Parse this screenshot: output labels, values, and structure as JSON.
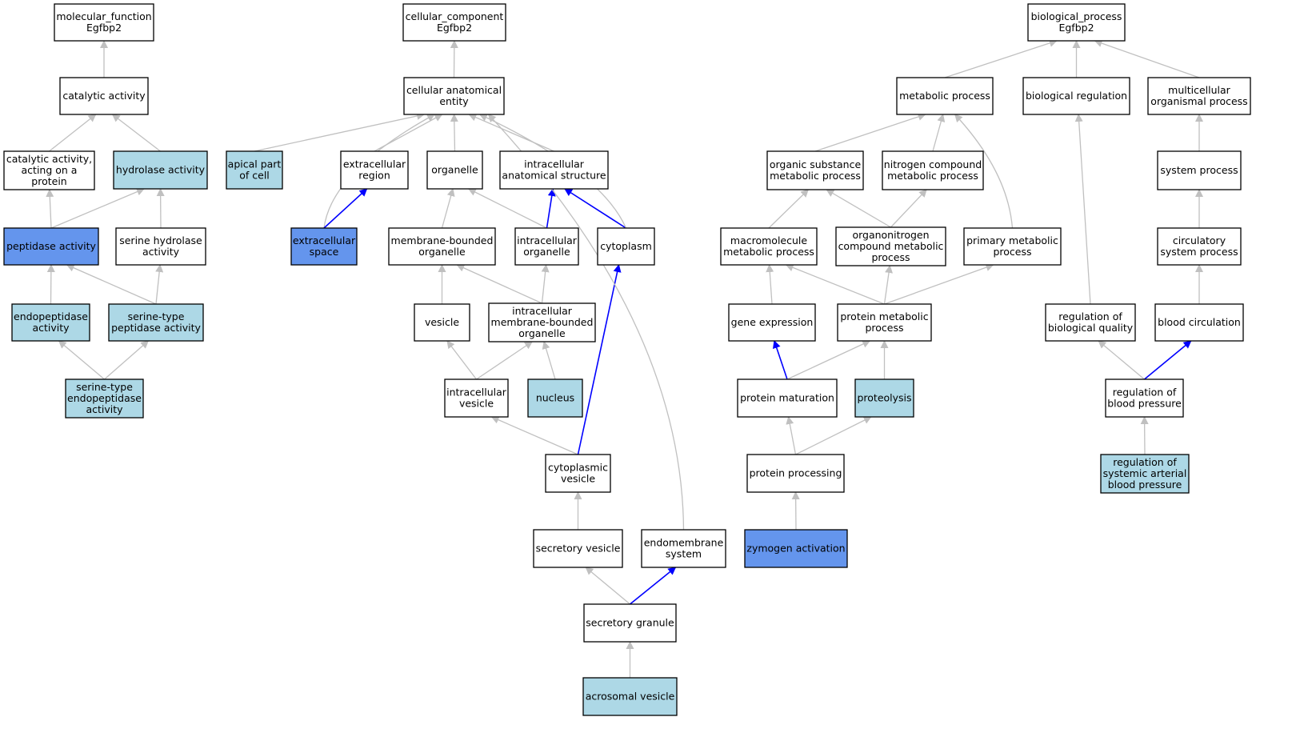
{
  "colors": {
    "plain": "#ffffff",
    "light": "#add8e6",
    "strong": "#6495ed",
    "edge_gray": "#c0c0c0",
    "edge_blue": "#0000ff"
  },
  "nodes": [
    {
      "id": "mf",
      "lines": [
        "molecular_function",
        "Egfbp2"
      ],
      "style": "plain"
    },
    {
      "id": "cat",
      "lines": [
        "catalytic activity"
      ],
      "style": "plain"
    },
    {
      "id": "catprot",
      "lines": [
        "catalytic activity,",
        "acting on a",
        "protein"
      ],
      "style": "plain"
    },
    {
      "id": "hyd",
      "lines": [
        "hydrolase activity"
      ],
      "style": "light"
    },
    {
      "id": "pep",
      "lines": [
        "peptidase activity"
      ],
      "style": "strong"
    },
    {
      "id": "serhyd",
      "lines": [
        "serine hydrolase",
        "activity"
      ],
      "style": "plain"
    },
    {
      "id": "endo",
      "lines": [
        "endopeptidase",
        "activity"
      ],
      "style": "light"
    },
    {
      "id": "serpep",
      "lines": [
        "serine-type",
        "peptidase activity"
      ],
      "style": "light"
    },
    {
      "id": "serendo",
      "lines": [
        "serine-type",
        "endopeptidase",
        "activity"
      ],
      "style": "light"
    },
    {
      "id": "cc",
      "lines": [
        "cellular_component",
        "Egfbp2"
      ],
      "style": "plain"
    },
    {
      "id": "cae",
      "lines": [
        "cellular anatomical",
        "entity"
      ],
      "style": "plain"
    },
    {
      "id": "apical",
      "lines": [
        "apical part",
        "of cell"
      ],
      "style": "light"
    },
    {
      "id": "extreg",
      "lines": [
        "extracellular",
        "region"
      ],
      "style": "plain"
    },
    {
      "id": "organelle",
      "lines": [
        "organelle"
      ],
      "style": "plain"
    },
    {
      "id": "ias",
      "lines": [
        "intracellular",
        "anatomical structure"
      ],
      "style": "plain"
    },
    {
      "id": "extsp",
      "lines": [
        "extracellular",
        "space"
      ],
      "style": "strong"
    },
    {
      "id": "mbo",
      "lines": [
        "membrane-bounded",
        "organelle"
      ],
      "style": "plain"
    },
    {
      "id": "io",
      "lines": [
        "intracellular",
        "organelle"
      ],
      "style": "plain"
    },
    {
      "id": "cyto",
      "lines": [
        "cytoplasm"
      ],
      "style": "plain"
    },
    {
      "id": "vesicle",
      "lines": [
        "vesicle"
      ],
      "style": "plain"
    },
    {
      "id": "imbo",
      "lines": [
        "intracellular",
        "membrane-bounded",
        "organelle"
      ],
      "style": "plain"
    },
    {
      "id": "iv",
      "lines": [
        "intracellular",
        "vesicle"
      ],
      "style": "plain"
    },
    {
      "id": "nucleus",
      "lines": [
        "nucleus"
      ],
      "style": "light"
    },
    {
      "id": "cv",
      "lines": [
        "cytoplasmic",
        "vesicle"
      ],
      "style": "plain"
    },
    {
      "id": "sv",
      "lines": [
        "secretory vesicle"
      ],
      "style": "plain"
    },
    {
      "id": "endomem",
      "lines": [
        "endomembrane",
        "system"
      ],
      "style": "plain"
    },
    {
      "id": "sg",
      "lines": [
        "secretory granule"
      ],
      "style": "plain"
    },
    {
      "id": "acro",
      "lines": [
        "acrosomal vesicle"
      ],
      "style": "light"
    },
    {
      "id": "bp",
      "lines": [
        "biological_process",
        "Egfbp2"
      ],
      "style": "plain"
    },
    {
      "id": "metab",
      "lines": [
        "metabolic process"
      ],
      "style": "plain"
    },
    {
      "id": "bioreg",
      "lines": [
        "biological regulation"
      ],
      "style": "plain"
    },
    {
      "id": "multi",
      "lines": [
        "multicellular",
        "organismal process"
      ],
      "style": "plain"
    },
    {
      "id": "osmp",
      "lines": [
        "organic substance",
        "metabolic process"
      ],
      "style": "plain"
    },
    {
      "id": "ncmp",
      "lines": [
        "nitrogen compound",
        "metabolic process"
      ],
      "style": "plain"
    },
    {
      "id": "sysproc",
      "lines": [
        "system process"
      ],
      "style": "plain"
    },
    {
      "id": "macro",
      "lines": [
        "macromolecule",
        "metabolic process"
      ],
      "style": "plain"
    },
    {
      "id": "orgn",
      "lines": [
        "organonitrogen",
        "compound metabolic",
        "process"
      ],
      "style": "plain"
    },
    {
      "id": "primary",
      "lines": [
        "primary metabolic",
        "process"
      ],
      "style": "plain"
    },
    {
      "id": "circ",
      "lines": [
        "circulatory",
        "system process"
      ],
      "style": "plain"
    },
    {
      "id": "geneexp",
      "lines": [
        "gene expression"
      ],
      "style": "plain"
    },
    {
      "id": "protmet",
      "lines": [
        "protein metabolic",
        "process"
      ],
      "style": "plain"
    },
    {
      "id": "regbq",
      "lines": [
        "regulation of",
        "biological quality"
      ],
      "style": "plain"
    },
    {
      "id": "bloodcirc",
      "lines": [
        "blood circulation"
      ],
      "style": "plain"
    },
    {
      "id": "protmat",
      "lines": [
        "protein maturation"
      ],
      "style": "plain"
    },
    {
      "id": "proteolysis",
      "lines": [
        "proteolysis"
      ],
      "style": "light"
    },
    {
      "id": "regbp",
      "lines": [
        "regulation of",
        "blood pressure"
      ],
      "style": "plain"
    },
    {
      "id": "protproc",
      "lines": [
        "protein processing"
      ],
      "style": "plain"
    },
    {
      "id": "regsabp",
      "lines": [
        "regulation of",
        "systemic arterial",
        "blood pressure"
      ],
      "style": "light"
    },
    {
      "id": "zymo",
      "lines": [
        "zymogen activation"
      ],
      "style": "strong"
    }
  ],
  "edges": [
    {
      "from": "cat",
      "to": "mf",
      "color": "gray"
    },
    {
      "from": "catprot",
      "to": "cat",
      "color": "gray"
    },
    {
      "from": "hyd",
      "to": "cat",
      "color": "gray"
    },
    {
      "from": "pep",
      "to": "catprot",
      "color": "gray"
    },
    {
      "from": "pep",
      "to": "hyd",
      "color": "gray"
    },
    {
      "from": "serhyd",
      "to": "hyd",
      "color": "gray"
    },
    {
      "from": "endo",
      "to": "pep",
      "color": "gray"
    },
    {
      "from": "serpep",
      "to": "pep",
      "color": "gray"
    },
    {
      "from": "serpep",
      "to": "serhyd",
      "color": "gray"
    },
    {
      "from": "serendo",
      "to": "endo",
      "color": "gray"
    },
    {
      "from": "serendo",
      "to": "serpep",
      "color": "gray"
    },
    {
      "from": "cae",
      "to": "cc",
      "color": "gray"
    },
    {
      "from": "apical",
      "to": "cae",
      "color": "gray"
    },
    {
      "from": "extreg",
      "to": "cae",
      "color": "gray"
    },
    {
      "from": "organelle",
      "to": "cae",
      "color": "gray"
    },
    {
      "from": "ias",
      "to": "cae",
      "color": "gray"
    },
    {
      "from": "extsp",
      "to": "cae",
      "color": "gray",
      "curve": -60
    },
    {
      "from": "extsp",
      "to": "extreg",
      "color": "blue"
    },
    {
      "from": "mbo",
      "to": "organelle",
      "color": "gray"
    },
    {
      "from": "io",
      "to": "organelle",
      "color": "gray"
    },
    {
      "from": "io",
      "to": "ias",
      "color": "blue"
    },
    {
      "from": "cyto",
      "to": "ias",
      "color": "blue"
    },
    {
      "from": "cyto",
      "to": "cae",
      "color": "gray",
      "curve": 60
    },
    {
      "from": "vesicle",
      "to": "mbo",
      "color": "gray"
    },
    {
      "from": "imbo",
      "to": "mbo",
      "color": "gray"
    },
    {
      "from": "imbo",
      "to": "io",
      "color": "gray"
    },
    {
      "from": "iv",
      "to": "vesicle",
      "color": "gray"
    },
    {
      "from": "iv",
      "to": "imbo",
      "color": "gray"
    },
    {
      "from": "nucleus",
      "to": "imbo",
      "color": "gray"
    },
    {
      "from": "cv",
      "to": "iv",
      "color": "gray"
    },
    {
      "from": "cv",
      "to": "cyto",
      "color": "blue"
    },
    {
      "from": "sv",
      "to": "cv",
      "color": "gray"
    },
    {
      "from": "endomem",
      "to": "cae",
      "color": "gray",
      "curve": 120
    },
    {
      "from": "sg",
      "to": "sv",
      "color": "gray"
    },
    {
      "from": "sg",
      "to": "endomem",
      "color": "blue"
    },
    {
      "from": "acro",
      "to": "sg",
      "color": "gray"
    },
    {
      "from": "metab",
      "to": "bp",
      "color": "gray"
    },
    {
      "from": "bioreg",
      "to": "bp",
      "color": "gray"
    },
    {
      "from": "multi",
      "to": "bp",
      "color": "gray"
    },
    {
      "from": "osmp",
      "to": "metab",
      "color": "gray"
    },
    {
      "from": "ncmp",
      "to": "metab",
      "color": "gray"
    },
    {
      "from": "sysproc",
      "to": "multi",
      "color": "gray"
    },
    {
      "from": "macro",
      "to": "osmp",
      "color": "gray"
    },
    {
      "from": "orgn",
      "to": "osmp",
      "color": "gray"
    },
    {
      "from": "orgn",
      "to": "ncmp",
      "color": "gray"
    },
    {
      "from": "primary",
      "to": "metab",
      "color": "gray",
      "curve": 30
    },
    {
      "from": "circ",
      "to": "sysproc",
      "color": "gray"
    },
    {
      "from": "geneexp",
      "to": "macro",
      "color": "gray"
    },
    {
      "from": "protmet",
      "to": "macro",
      "color": "gray"
    },
    {
      "from": "protmet",
      "to": "orgn",
      "color": "gray"
    },
    {
      "from": "protmet",
      "to": "primary",
      "color": "gray"
    },
    {
      "from": "regbq",
      "to": "bioreg",
      "color": "gray"
    },
    {
      "from": "bloodcirc",
      "to": "circ",
      "color": "gray"
    },
    {
      "from": "protmat",
      "to": "geneexp",
      "color": "blue"
    },
    {
      "from": "protmat",
      "to": "protmet",
      "color": "gray"
    },
    {
      "from": "proteolysis",
      "to": "protmet",
      "color": "gray"
    },
    {
      "from": "regbp",
      "to": "regbq",
      "color": "gray"
    },
    {
      "from": "regbp",
      "to": "bloodcirc",
      "color": "blue"
    },
    {
      "from": "protproc",
      "to": "protmat",
      "color": "gray"
    },
    {
      "from": "protproc",
      "to": "proteolysis",
      "color": "gray"
    },
    {
      "from": "regsabp",
      "to": "regbp",
      "color": "gray"
    },
    {
      "from": "zymo",
      "to": "protproc",
      "color": "gray"
    }
  ]
}
